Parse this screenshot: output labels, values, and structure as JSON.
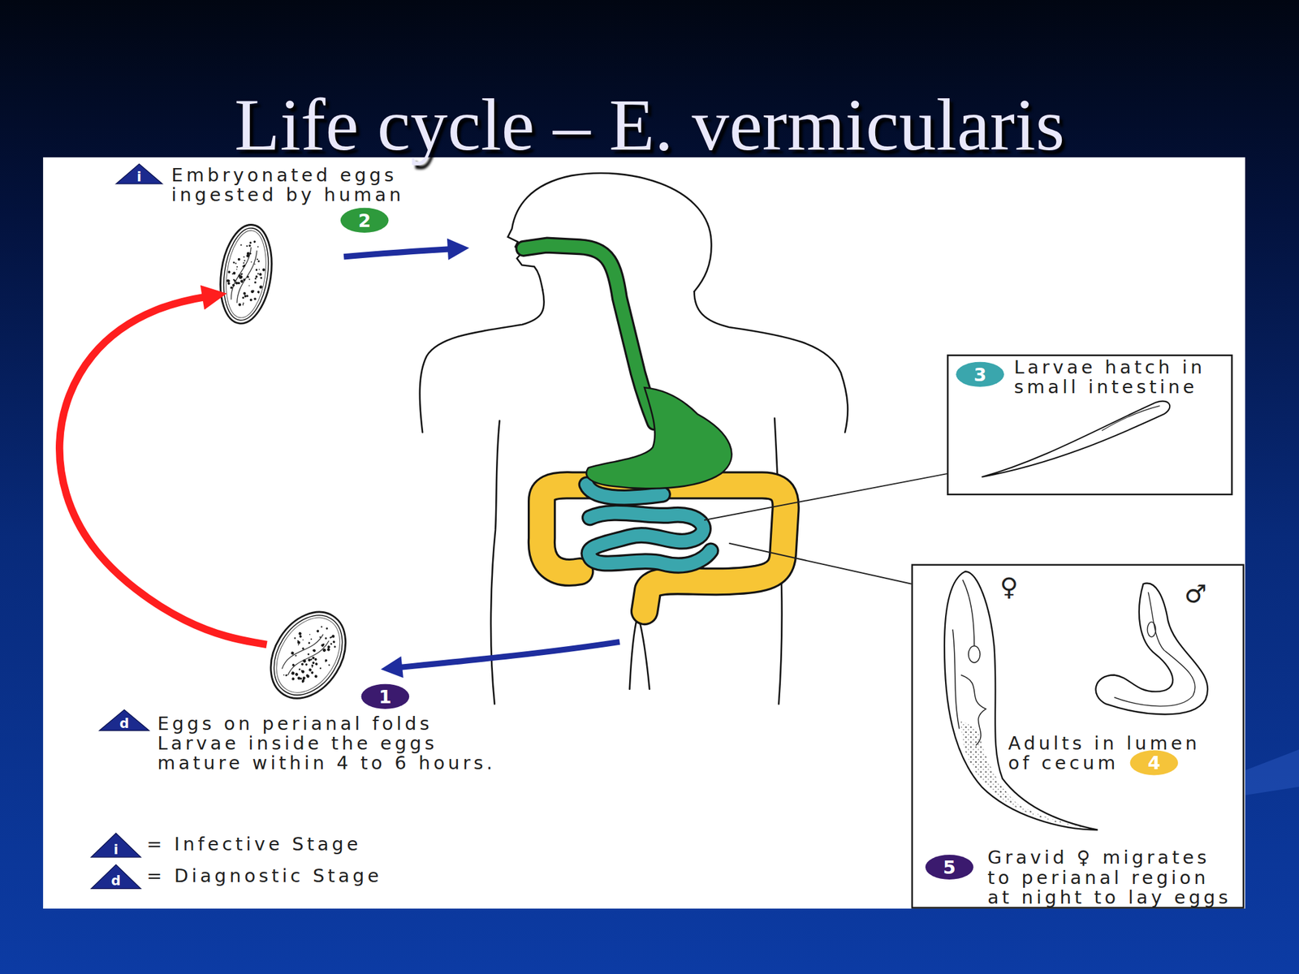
{
  "diagram": {
    "title": "Life cycle – E. vermicularis",
    "nodes": [
      {
        "text": [
          "Embryonated eggs ingested by human"
        ]
      },
      {
        "text": [
          "Larvae hatch in small intestine"
        ]
      },
      {
        "text": [
          "Adults in lumen of cecum",
          "Gravid ♀ migrates to perianal region at night to lay eggs"
        ]
      },
      {
        "text": [
          "Eggs on perianal folds",
          "Larvae inside the eggs mature within 4 to 6 hours."
        ]
      }
    ],
    "edges": [
      {
        "from": 3,
        "to": 0,
        "arrow": "to"
      }
    ],
    "labels": [
      "i",
      "2",
      "3",
      "♀",
      "♂",
      "4",
      "d",
      "1",
      "5",
      "i",
      "d"
    ],
    "legend": [
      {
        "text": "= Infective Stage"
      },
      {
        "text": "= Diagnostic Stage"
      }
    ]
  }
}
